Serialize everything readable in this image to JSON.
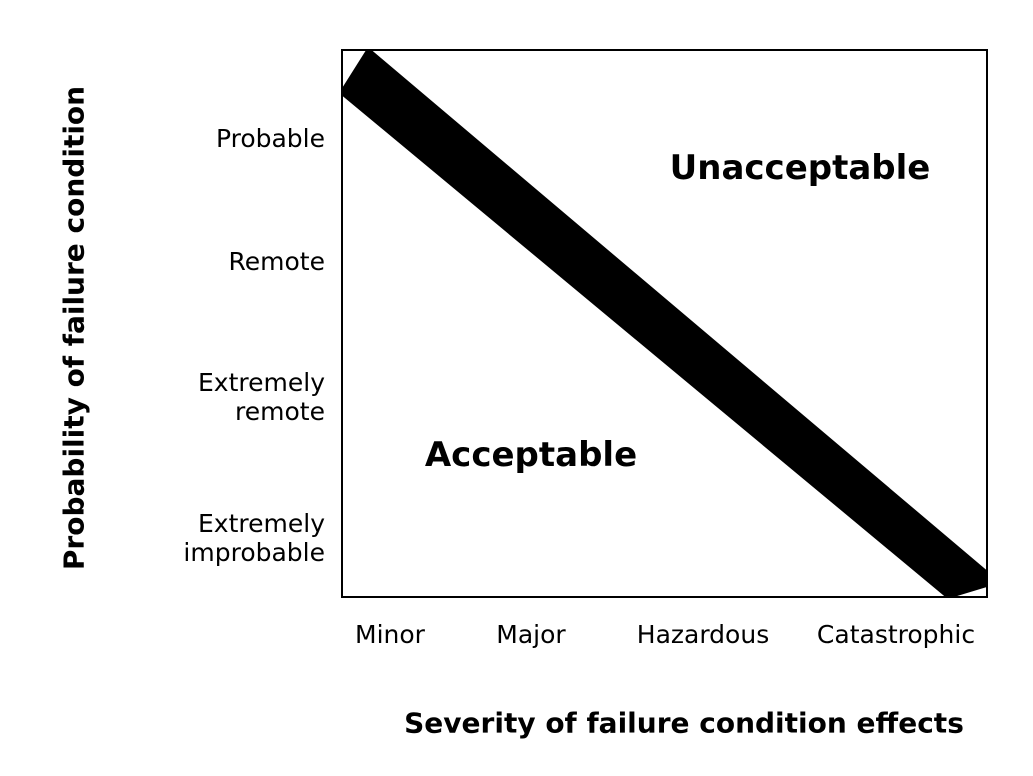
{
  "diagram": {
    "y_axis_title": "Probability of failure condition",
    "x_axis_title": "Severity of failure condition effects",
    "y_ticks": [
      {
        "line1": "Probable",
        "line2": ""
      },
      {
        "line1": "Remote",
        "line2": ""
      },
      {
        "line1": "Extremely",
        "line2": "remote"
      },
      {
        "line1": "Extremely",
        "line2": "improbable"
      }
    ],
    "x_ticks": [
      "Minor",
      "Major",
      "Hazardous",
      "Catastrophic"
    ],
    "regions": {
      "upper": "Unacceptable",
      "lower": "Acceptable"
    },
    "colors": {
      "boundary_band": "#000000",
      "frame": "#000000",
      "background": "#ffffff",
      "text": "#000000"
    }
  }
}
